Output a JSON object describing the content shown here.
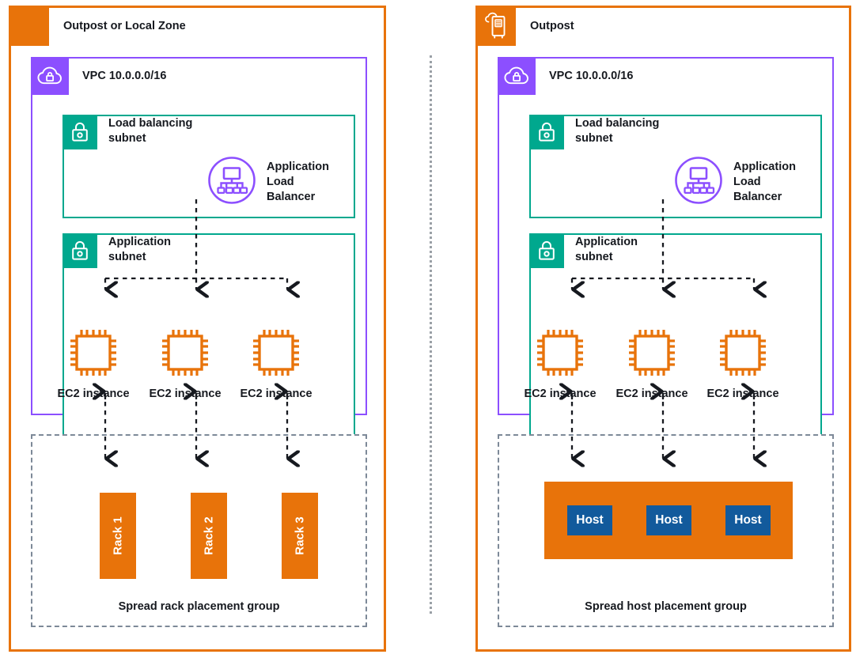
{
  "diagram": {
    "title": "AWS Outpost / Local Zone spread placement groups",
    "colors": {
      "outpost_orange": "#e8730a",
      "vpc_purple": "#8c4fff",
      "subnet_teal": "#00a88e",
      "host_blue": "#125a9c",
      "dashed_gray": "#7d8998",
      "text_dark": "#16191f"
    }
  },
  "panels": [
    {
      "id": "left",
      "header": {
        "label": "Outpost or Local Zone",
        "icon": "none"
      },
      "vpc": {
        "label": "VPC 10.0.0.0/16",
        "icon": "vpc-cloud-lock-icon"
      },
      "subnets": [
        {
          "id": "lb",
          "label": "Load balancing\nsubnet",
          "label_line1": "Load balancing",
          "label_line2": "subnet",
          "icon": "subnet-lock-icon"
        },
        {
          "id": "app",
          "label": "Application\nsubnet",
          "label_line1": "Application",
          "label_line2": "subnet",
          "icon": "subnet-lock-icon"
        }
      ],
      "load_balancer": {
        "icon": "application-load-balancer-icon",
        "label_lines": [
          "Application",
          "Load",
          "Balancer"
        ]
      },
      "instances": [
        {
          "label": "EC2 instance",
          "icon": "ec2-instance-icon"
        },
        {
          "label": "EC2 instance",
          "icon": "ec2-instance-icon"
        },
        {
          "label": "EC2 instance",
          "icon": "ec2-instance-icon"
        }
      ],
      "placement_group": {
        "label": "Spread rack placement group",
        "type": "rack",
        "units": [
          {
            "label": "Rack 1"
          },
          {
            "label": "Rack 2"
          },
          {
            "label": "Rack 3"
          }
        ]
      }
    },
    {
      "id": "right",
      "header": {
        "label": "Outpost",
        "icon": "outpost-rack-icon"
      },
      "vpc": {
        "label": "VPC 10.0.0.0/16",
        "icon": "vpc-cloud-lock-icon"
      },
      "subnets": [
        {
          "id": "lb",
          "label_line1": "Load balancing",
          "label_line2": "subnet",
          "icon": "subnet-lock-icon"
        },
        {
          "id": "app",
          "label_line1": "Application",
          "label_line2": "subnet",
          "icon": "subnet-lock-icon"
        }
      ],
      "load_balancer": {
        "icon": "application-load-balancer-icon",
        "label_lines": [
          "Application",
          "Load",
          "Balancer"
        ]
      },
      "instances": [
        {
          "label": "EC2 instance",
          "icon": "ec2-instance-icon"
        },
        {
          "label": "EC2 instance",
          "icon": "ec2-instance-icon"
        },
        {
          "label": "EC2 instance",
          "icon": "ec2-instance-icon"
        }
      ],
      "placement_group": {
        "label": "Spread host placement group",
        "type": "host",
        "units": [
          {
            "label": "Host"
          },
          {
            "label": "Host"
          },
          {
            "label": "Host"
          }
        ]
      }
    }
  ]
}
